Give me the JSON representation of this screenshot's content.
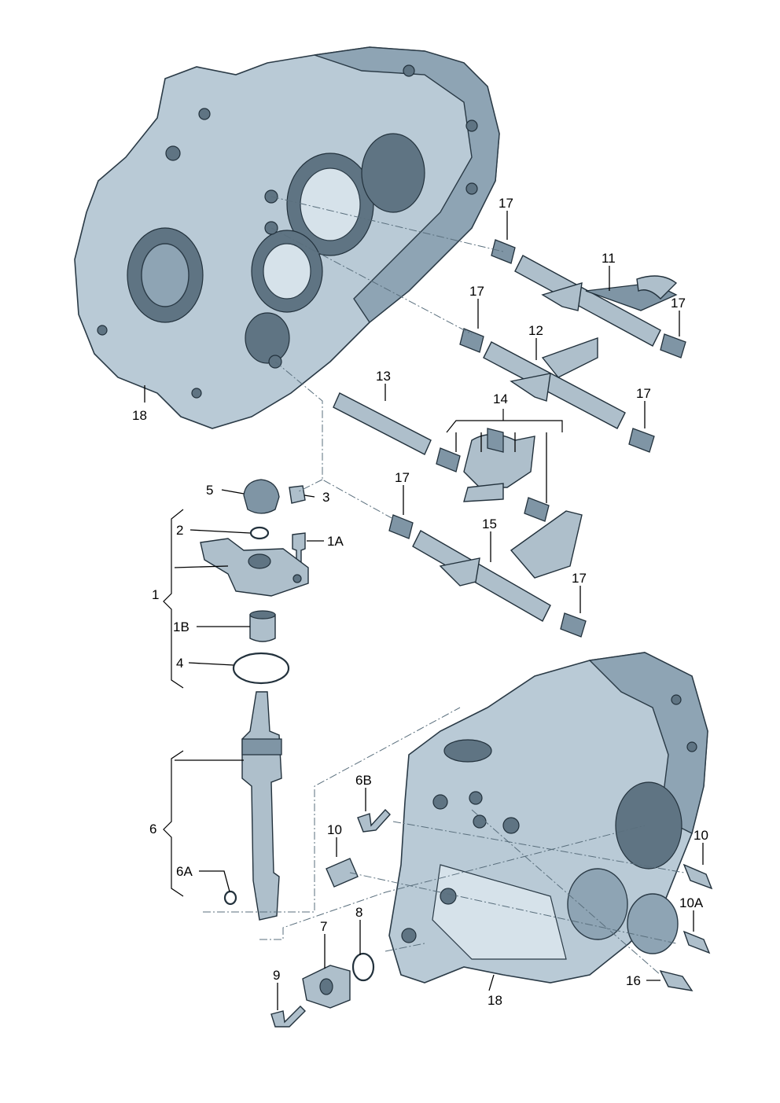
{
  "callouts": {
    "c1": "1",
    "c1A": "1A",
    "c1B": "1B",
    "c2": "2",
    "c3": "3",
    "c4": "4",
    "c5": "5",
    "c6": "6",
    "c6A": "6A",
    "c6B": "6B",
    "c7": "7",
    "c8": "8",
    "c9": "9",
    "c10_left": "10",
    "c10_right": "10",
    "c10A": "10A",
    "c11": "11",
    "c12": "12",
    "c13": "13",
    "c14": "14",
    "c15": "15",
    "c16": "16",
    "c17_a": "17",
    "c17_b": "17",
    "c17_c": "17",
    "c17_d": "17",
    "c17_e": "17",
    "c17_f": "17",
    "c18_top": "18",
    "c18_bottom": "18"
  }
}
